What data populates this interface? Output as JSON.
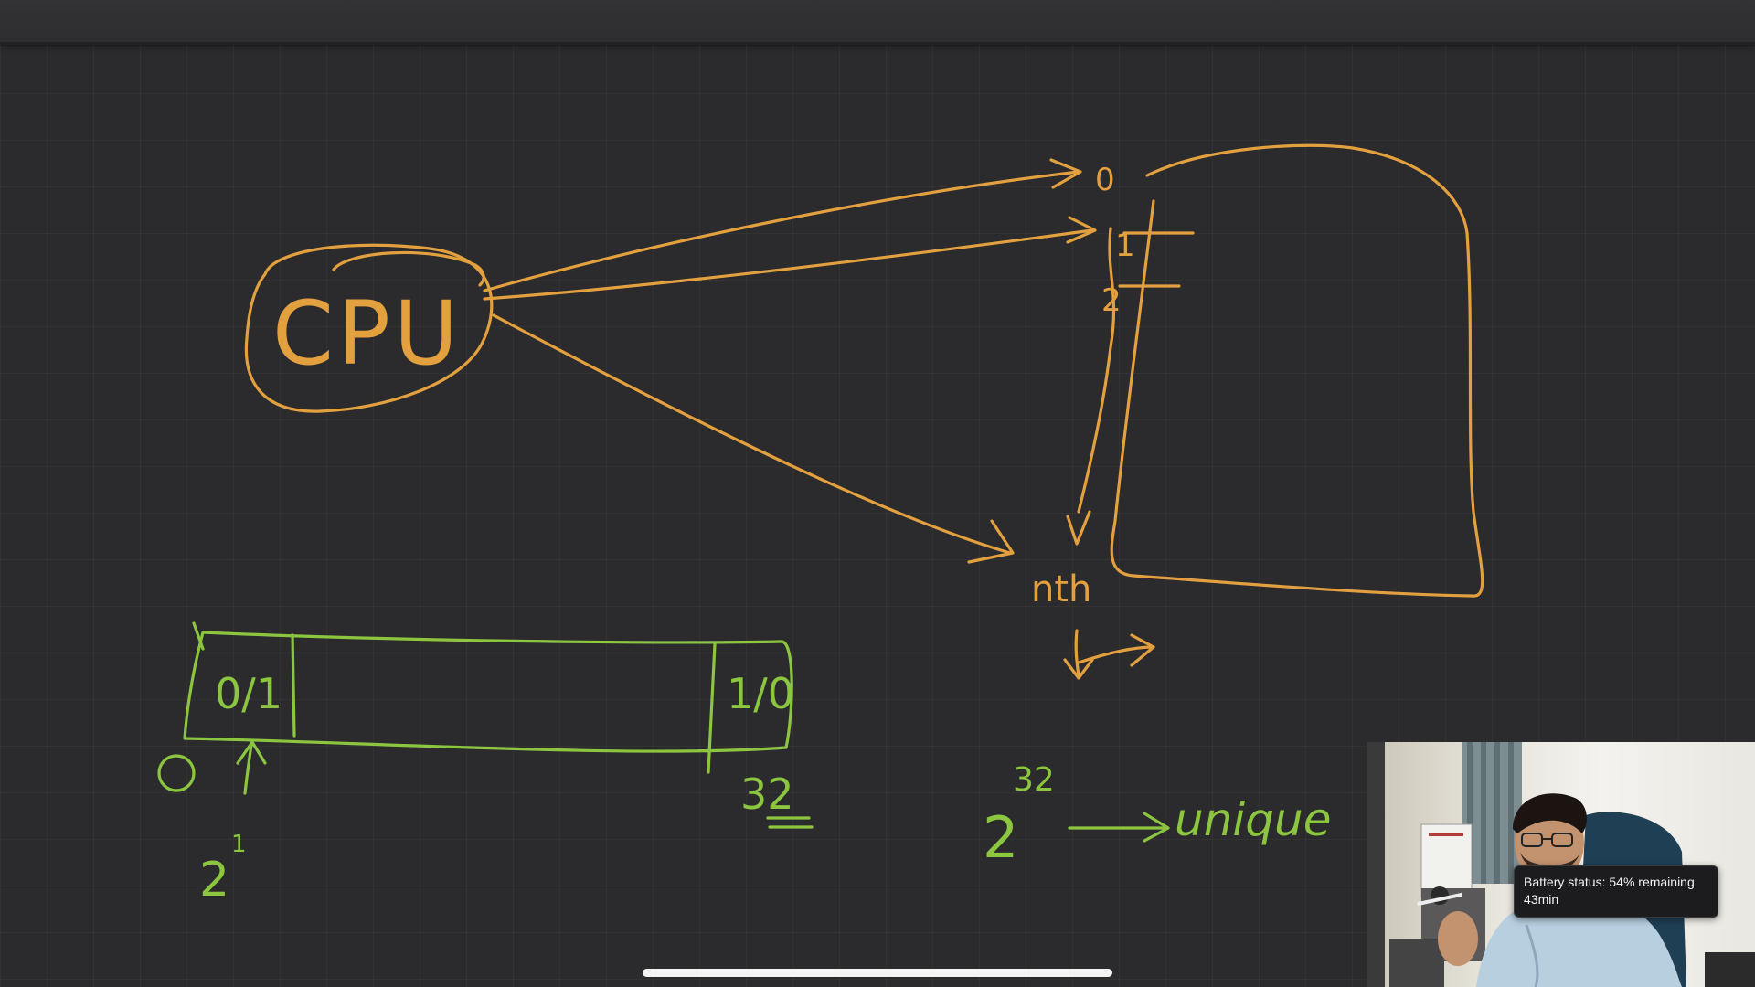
{
  "whiteboard": {
    "cpu_label": "CPU",
    "address_zero": "0",
    "address_one": "1",
    "address_two": "2",
    "address_nth": "nth",
    "bit_cell_left": "0/1",
    "bit_cell_right": "1/0",
    "bit_index_start": "0",
    "bit_index_end": "32",
    "power_base": "2",
    "power_exponent_left": "1",
    "power_exponent_right": "32",
    "unique_label": "unique",
    "ink_colors": {
      "orange": "#e3a03f",
      "green": "#8cc640"
    },
    "background_color": "#2b2a2c"
  },
  "webcam": {
    "description_icon": "presenter-video-icon"
  },
  "battery_tooltip": {
    "line1": "Battery status: 54% remaining",
    "line2": "43min"
  }
}
